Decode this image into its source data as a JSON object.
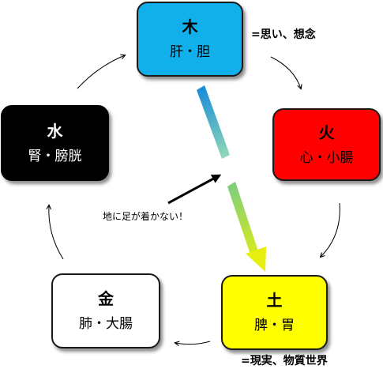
{
  "nodes": {
    "wood": {
      "element": "木",
      "organs": "肝・胆"
    },
    "fire": {
      "element": "火",
      "organs": "心・小腸"
    },
    "earth": {
      "element": "土",
      "organs": "脾・胃"
    },
    "metal": {
      "element": "金",
      "organs": "肺・大腸"
    },
    "water": {
      "element": "水",
      "organs": "腎・膀胱"
    }
  },
  "annotations": {
    "wood_note": "=思い、想念",
    "earth_note": "=現実、物質世界",
    "center_note": "地に足が着かない！"
  },
  "colors": {
    "wood": "#12b0ea",
    "fire": "#ff0000",
    "earth": "#ffff00",
    "metal": "#ffffff",
    "water": "#000000"
  }
}
